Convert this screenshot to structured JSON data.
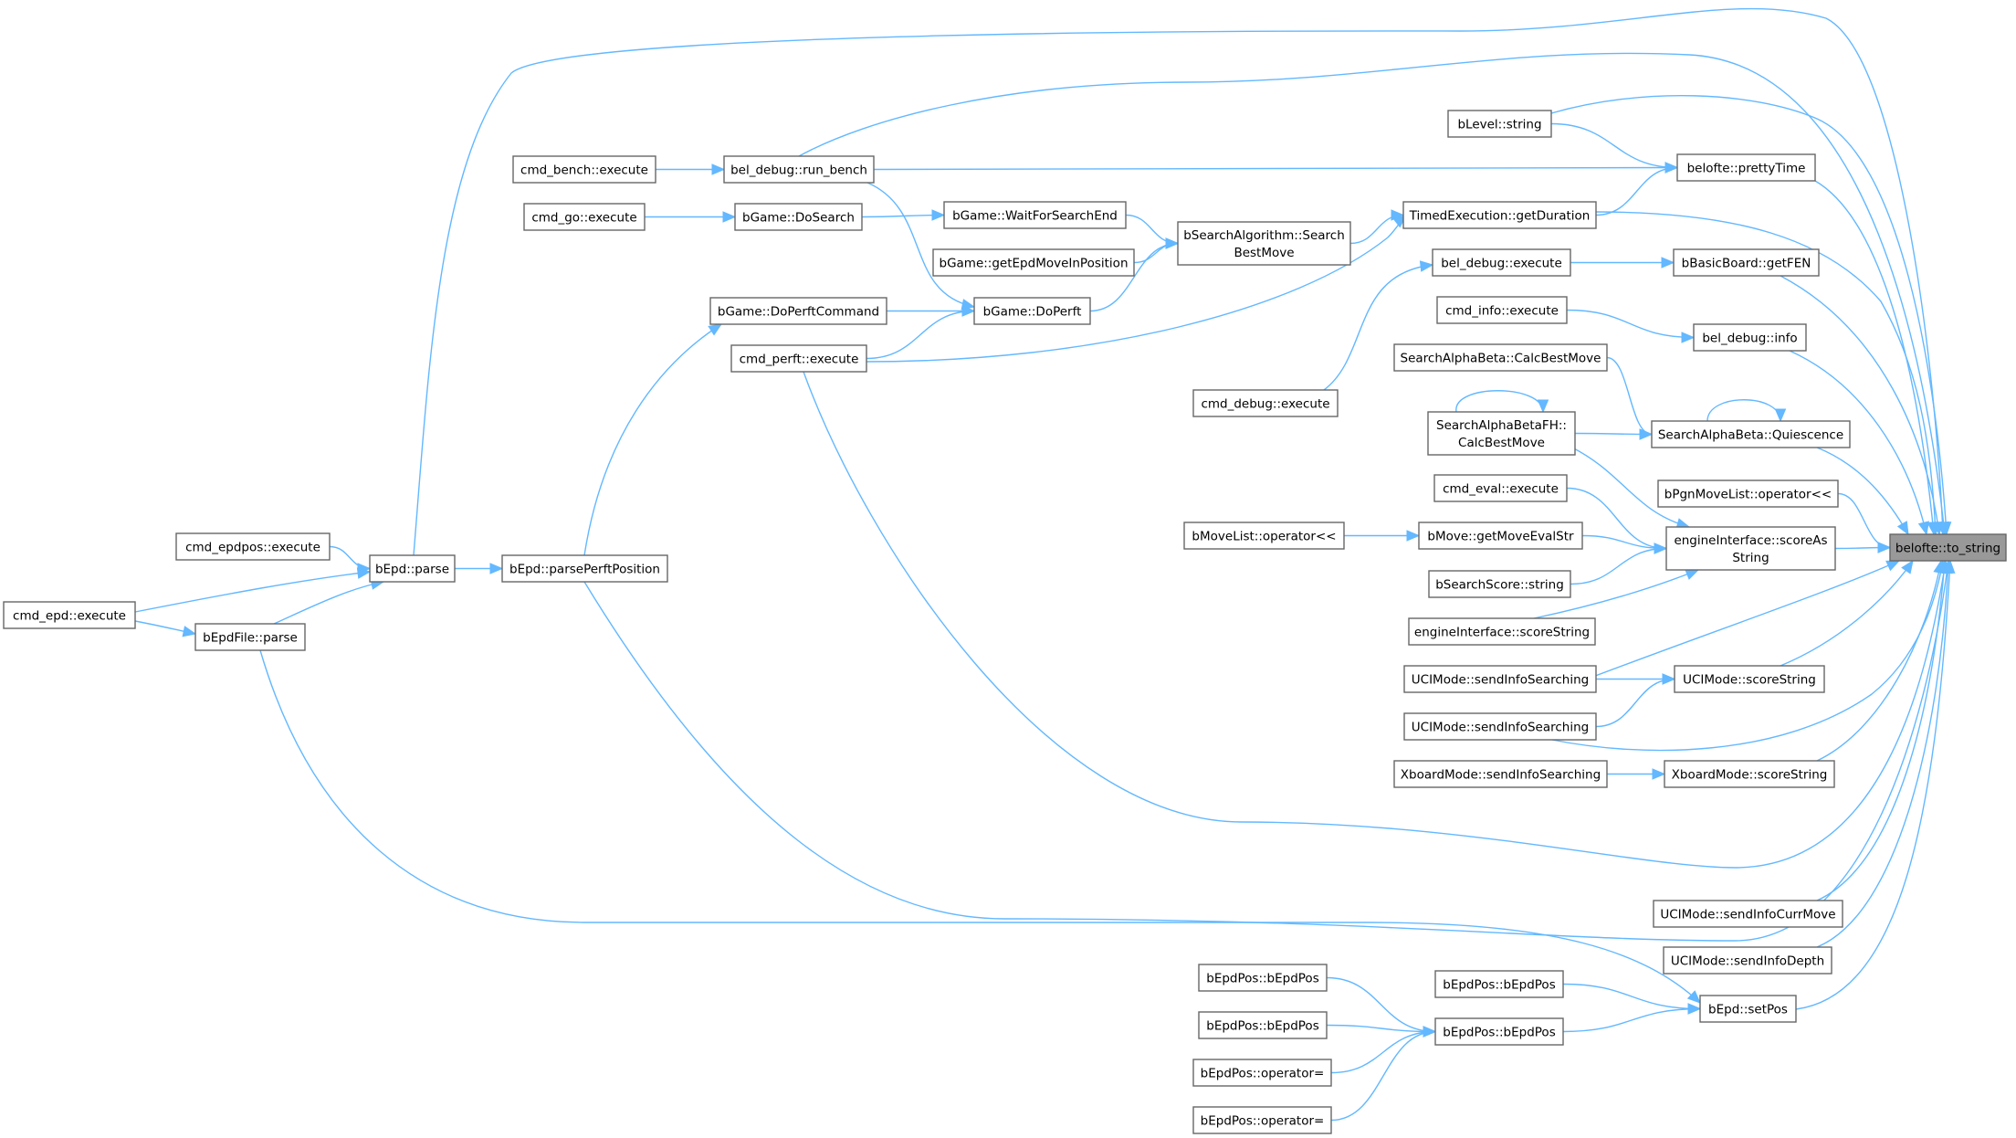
{
  "diagram": {
    "type": "doxygen-caller-graph",
    "root": "to_string",
    "colors": {
      "edge": "#63b8ff",
      "node_border": "#666666",
      "node_fill": "#ffffff",
      "root_fill": "#999999"
    },
    "nodes": [
      {
        "id": "to_string",
        "lines": [
          "belofte::to_string"
        ],
        "root": true
      },
      {
        "id": "prettyTime",
        "lines": [
          "belofte::prettyTime"
        ]
      },
      {
        "id": "bLevel_string",
        "lines": [
          "bLevel::string"
        ]
      },
      {
        "id": "getDuration",
        "lines": [
          "TimedExecution::getDuration"
        ]
      },
      {
        "id": "bel_debug_execute",
        "lines": [
          "bel_debug::execute"
        ]
      },
      {
        "id": "getFEN",
        "lines": [
          "bBasicBoard::getFEN"
        ]
      },
      {
        "id": "cmd_info",
        "lines": [
          "cmd_info::execute"
        ]
      },
      {
        "id": "bel_debug_info",
        "lines": [
          "bel_debug::info"
        ]
      },
      {
        "id": "SAB_CalcBestMove",
        "lines": [
          "SearchAlphaBeta::CalcBestMove"
        ]
      },
      {
        "id": "SABFH_CalcBestMove",
        "lines": [
          "SearchAlphaBetaFH::",
          "CalcBestMove"
        ]
      },
      {
        "id": "Quiescence",
        "lines": [
          "SearchAlphaBeta::Quiescence"
        ]
      },
      {
        "id": "cmd_eval",
        "lines": [
          "cmd_eval::execute"
        ]
      },
      {
        "id": "bPgnMoveList",
        "lines": [
          "bPgnMoveList::operator<<"
        ]
      },
      {
        "id": "bMoveList",
        "lines": [
          "bMoveList::operator<<"
        ]
      },
      {
        "id": "getMoveEvalStr",
        "lines": [
          "bMove::getMoveEvalStr"
        ]
      },
      {
        "id": "scoreAsString",
        "lines": [
          "engineInterface::scoreAs",
          "String"
        ]
      },
      {
        "id": "bSearchScore",
        "lines": [
          "bSearchScore::string"
        ]
      },
      {
        "id": "ei_scoreString",
        "lines": [
          "engineInterface::scoreString"
        ]
      },
      {
        "id": "uci_sis1",
        "lines": [
          "UCIMode::sendInfoSearching"
        ]
      },
      {
        "id": "uci_scoreString",
        "lines": [
          "UCIMode::scoreString"
        ]
      },
      {
        "id": "uci_sis2",
        "lines": [
          "UCIMode::sendInfoSearching"
        ]
      },
      {
        "id": "xb_sis",
        "lines": [
          "XboardMode::sendInfoSearching"
        ]
      },
      {
        "id": "xb_scoreString",
        "lines": [
          "XboardMode::scoreString"
        ]
      },
      {
        "id": "uci_currmove",
        "lines": [
          "UCIMode::sendInfoCurrMove"
        ]
      },
      {
        "id": "uci_depth",
        "lines": [
          "UCIMode::sendInfoDepth"
        ]
      },
      {
        "id": "setPos",
        "lines": [
          "bEpd::setPos"
        ]
      },
      {
        "id": "bEpdPos_a",
        "lines": [
          "bEpdPos::bEpdPos"
        ]
      },
      {
        "id": "bEpdPos_b",
        "lines": [
          "bEpdPos::bEpdPos"
        ]
      },
      {
        "id": "bEpdPos_c",
        "lines": [
          "bEpdPos::bEpdPos"
        ]
      },
      {
        "id": "bEpdPos_d",
        "lines": [
          "bEpdPos::bEpdPos"
        ]
      },
      {
        "id": "opeq_1",
        "lines": [
          "bEpdPos::operator="
        ]
      },
      {
        "id": "opeq_2",
        "lines": [
          "bEpdPos::operator="
        ]
      },
      {
        "id": "cmd_debug",
        "lines": [
          "cmd_debug::execute"
        ]
      },
      {
        "id": "SearchBestMove",
        "lines": [
          "bSearchAlgorithm::Search",
          "BestMove"
        ]
      },
      {
        "id": "WaitForSearchEnd",
        "lines": [
          "bGame::WaitForSearchEnd"
        ]
      },
      {
        "id": "getEpdMove",
        "lines": [
          "bGame::getEpdMoveInPosition"
        ]
      },
      {
        "id": "DoPerft",
        "lines": [
          "bGame::DoPerft"
        ]
      },
      {
        "id": "DoPerftCommand",
        "lines": [
          "bGame::DoPerftCommand"
        ]
      },
      {
        "id": "cmd_perft",
        "lines": [
          "cmd_perft::execute"
        ]
      },
      {
        "id": "run_bench",
        "lines": [
          "bel_debug::run_bench"
        ]
      },
      {
        "id": "DoSearch",
        "lines": [
          "bGame::DoSearch"
        ]
      },
      {
        "id": "cmd_bench",
        "lines": [
          "cmd_bench::execute"
        ]
      },
      {
        "id": "cmd_go",
        "lines": [
          "cmd_go::execute"
        ]
      },
      {
        "id": "cmd_epdpos",
        "lines": [
          "cmd_epdpos::execute"
        ]
      },
      {
        "id": "bEpd_parse",
        "lines": [
          "bEpd::parse"
        ]
      },
      {
        "id": "parsePerft",
        "lines": [
          "bEpd::parsePerftPosition"
        ]
      },
      {
        "id": "cmd_epd",
        "lines": [
          "cmd_epd::execute"
        ]
      },
      {
        "id": "bEpdFile_parse",
        "lines": [
          "bEpdFile::parse"
        ]
      }
    ],
    "edges": [
      [
        "prettyTime",
        "to_string"
      ],
      [
        "getDuration",
        "to_string"
      ],
      [
        "getFEN",
        "to_string"
      ],
      [
        "bel_debug_info",
        "to_string"
      ],
      [
        "Quiescence",
        "to_string"
      ],
      [
        "bPgnMoveList",
        "to_string"
      ],
      [
        "scoreAsString",
        "to_string"
      ],
      [
        "uci_scoreString",
        "to_string"
      ],
      [
        "xb_scoreString",
        "to_string"
      ],
      [
        "uci_currmove",
        "to_string"
      ],
      [
        "uci_depth",
        "to_string"
      ],
      [
        "setPos",
        "to_string"
      ],
      [
        "bLevel_string",
        "to_string"
      ],
      [
        "run_bench",
        "to_string"
      ],
      [
        "bEpd_parse",
        "to_string"
      ],
      [
        "uci_sis1",
        "to_string"
      ],
      [
        "uci_sis2",
        "to_string"
      ],
      [
        "cmd_perft",
        "to_string"
      ],
      [
        "parsePerft",
        "to_string"
      ],
      [
        "bLevel_string",
        "prettyTime"
      ],
      [
        "run_bench",
        "prettyTime"
      ],
      [
        "getDuration",
        "prettyTime"
      ],
      [
        "SearchBestMove",
        "getDuration"
      ],
      [
        "cmd_perft",
        "getDuration"
      ],
      [
        "bel_debug_execute",
        "getFEN"
      ],
      [
        "cmd_debug",
        "bel_debug_execute"
      ],
      [
        "cmd_info",
        "bel_debug_info"
      ],
      [
        "SAB_CalcBestMove",
        "Quiescence"
      ],
      [
        "SABFH_CalcBestMove",
        "Quiescence"
      ],
      [
        "Quiescence",
        "Quiescence"
      ],
      [
        "SABFH_CalcBestMove",
        "SABFH_CalcBestMove"
      ],
      [
        "SABFH_CalcBestMove",
        "scoreAsString"
      ],
      [
        "cmd_eval",
        "scoreAsString"
      ],
      [
        "getMoveEvalStr",
        "scoreAsString"
      ],
      [
        "bSearchScore",
        "scoreAsString"
      ],
      [
        "ei_scoreString",
        "scoreAsString"
      ],
      [
        "bMoveList",
        "getMoveEvalStr"
      ],
      [
        "uci_sis1",
        "uci_scoreString"
      ],
      [
        "uci_sis2",
        "uci_scoreString"
      ],
      [
        "xb_sis",
        "xb_scoreString"
      ],
      [
        "bEpdPos_a",
        "setPos"
      ],
      [
        "bEpdPos_b",
        "setPos"
      ],
      [
        "bEpdFile_parse",
        "setPos"
      ],
      [
        "bEpdPos_c",
        "bEpdPos_b"
      ],
      [
        "bEpdPos_d",
        "bEpdPos_b"
      ],
      [
        "opeq_1",
        "bEpdPos_b"
      ],
      [
        "opeq_2",
        "bEpdPos_b"
      ],
      [
        "WaitForSearchEnd",
        "SearchBestMove"
      ],
      [
        "getEpdMove",
        "SearchBestMove"
      ],
      [
        "DoPerft",
        "SearchBestMove"
      ],
      [
        "DoSearch",
        "WaitForSearchEnd"
      ],
      [
        "run_bench",
        "DoPerft"
      ],
      [
        "DoPerftCommand",
        "DoPerft"
      ],
      [
        "cmd_perft",
        "DoPerft"
      ],
      [
        "cmd_bench",
        "run_bench"
      ],
      [
        "cmd_go",
        "DoSearch"
      ],
      [
        "parsePerft",
        "DoPerftCommand"
      ],
      [
        "bEpd_parse",
        "parsePerft"
      ],
      [
        "cmd_epdpos",
        "bEpd_parse"
      ],
      [
        "cmd_epd",
        "bEpd_parse"
      ],
      [
        "bEpdFile_parse",
        "bEpd_parse"
      ],
      [
        "cmd_epd",
        "bEpdFile_parse"
      ]
    ]
  }
}
